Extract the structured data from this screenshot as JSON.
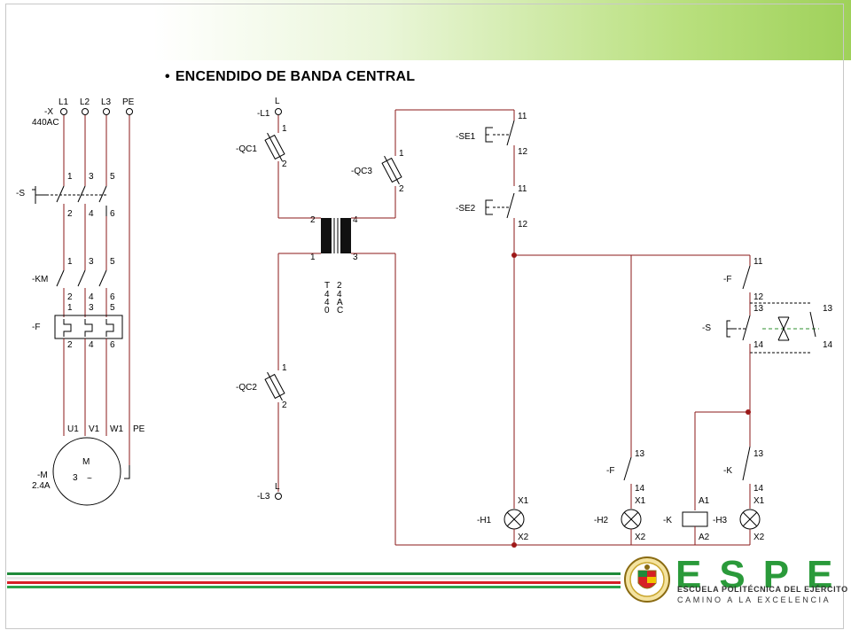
{
  "slide": {
    "bullet": "•",
    "title": "ENCENDIDO DE BANDA CENTRAL"
  },
  "power_circuit": {
    "phases": [
      "L1",
      "L2",
      "L3",
      "PE"
    ],
    "supply_tag": "-X",
    "supply_voltage": "440AC",
    "switch_tag": "-S",
    "contactor_tag": "-KM",
    "overload_tag": "-F",
    "terminals_top": [
      "1",
      "3",
      "5"
    ],
    "terminals_bottom": [
      "2",
      "4",
      "6"
    ],
    "motor_terminals": [
      "U1",
      "V1",
      "W1",
      "PE"
    ],
    "motor_tag": "-M",
    "motor_current": "2.4A",
    "motor_symbol": "M",
    "motor_phase": "3",
    "motor_ac": "~"
  },
  "control_circuit": {
    "L1_terminal": "L",
    "L1_tag": "-L1",
    "L3_terminal": "L",
    "L3_tag": "-L3",
    "fuse_qc1": "-QC1",
    "fuse_qc2": "-QC2",
    "fuse_qc3": "-QC3",
    "pin_1": "1",
    "pin_2": "2",
    "pin_3": "3",
    "pin_4": "4",
    "transformer_label": [
      "T",
      "4",
      "4",
      "0",
      "2",
      "4",
      "A",
      "C"
    ],
    "pb_se1": "-SE1",
    "pb_se2": "-SE2",
    "contact_11": "11",
    "contact_12": "12",
    "contact_13": "13",
    "contact_14": "14",
    "f_tag": "-F",
    "s_tag": "-S",
    "k_tag": "-K",
    "lamp_h1": "-H1",
    "lamp_h2": "-H2",
    "lamp_h3": "-H3",
    "x1": "X1",
    "x2": "X2",
    "a1": "A1",
    "a2": "A2"
  },
  "branding": {
    "word": "ESPE",
    "line1": "ESCUELA POLITÉCNICA DEL EJÉRCITO",
    "line2": "CAMINO A LA EXCELENCIA"
  },
  "colors": {
    "wire": "#8b1a1a",
    "accent_green": "#2a9a3a",
    "accent_red": "#d61f26"
  }
}
